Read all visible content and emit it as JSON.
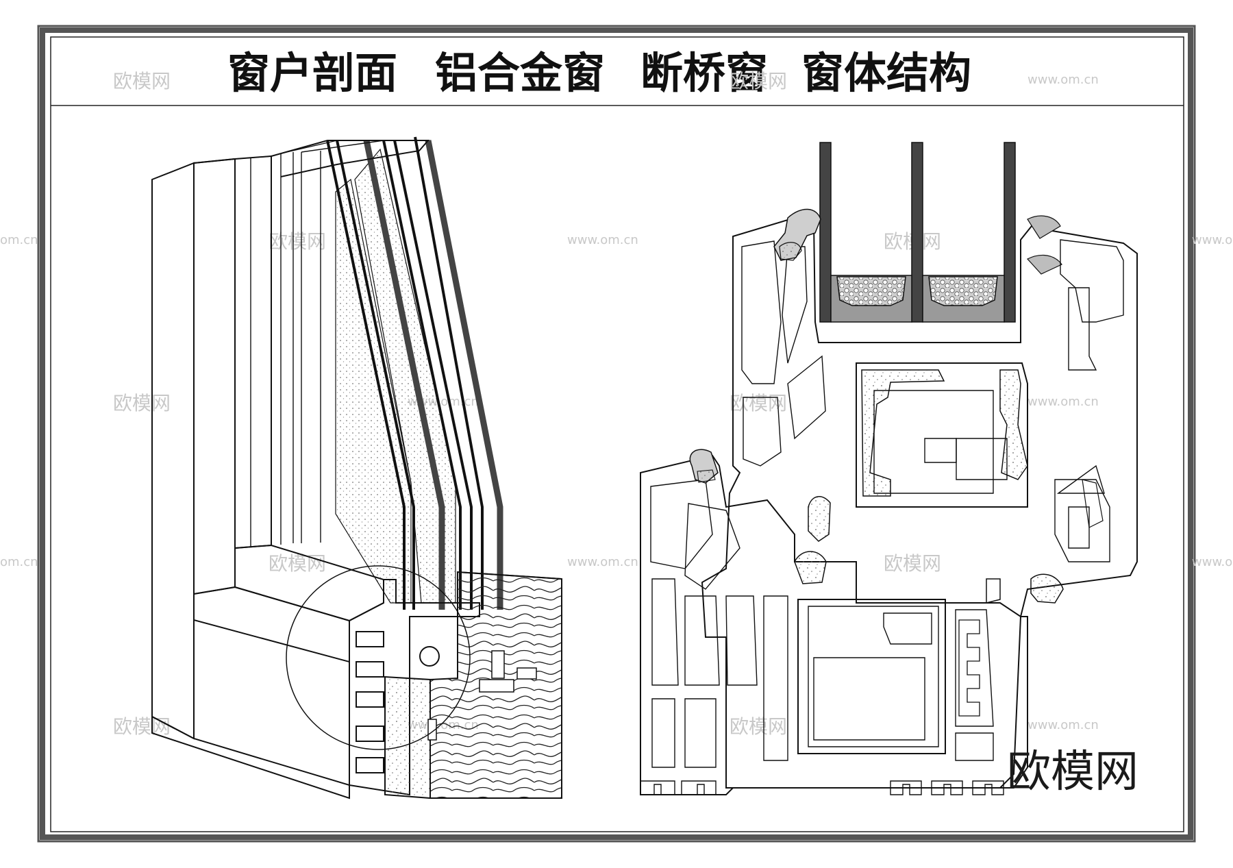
{
  "title": {
    "parts": [
      "窗户剖面",
      "铝合金窗",
      "断桥窗",
      "窗体结构"
    ]
  },
  "watermarks": {
    "brand": "欧模网",
    "site": "www.om.cn",
    "site_edge": "om.cn"
  },
  "colors": {
    "line": "#111111",
    "glass_bar": "#444444",
    "insulation": "#b9b9b9",
    "watermark": "#c8c8c8"
  }
}
